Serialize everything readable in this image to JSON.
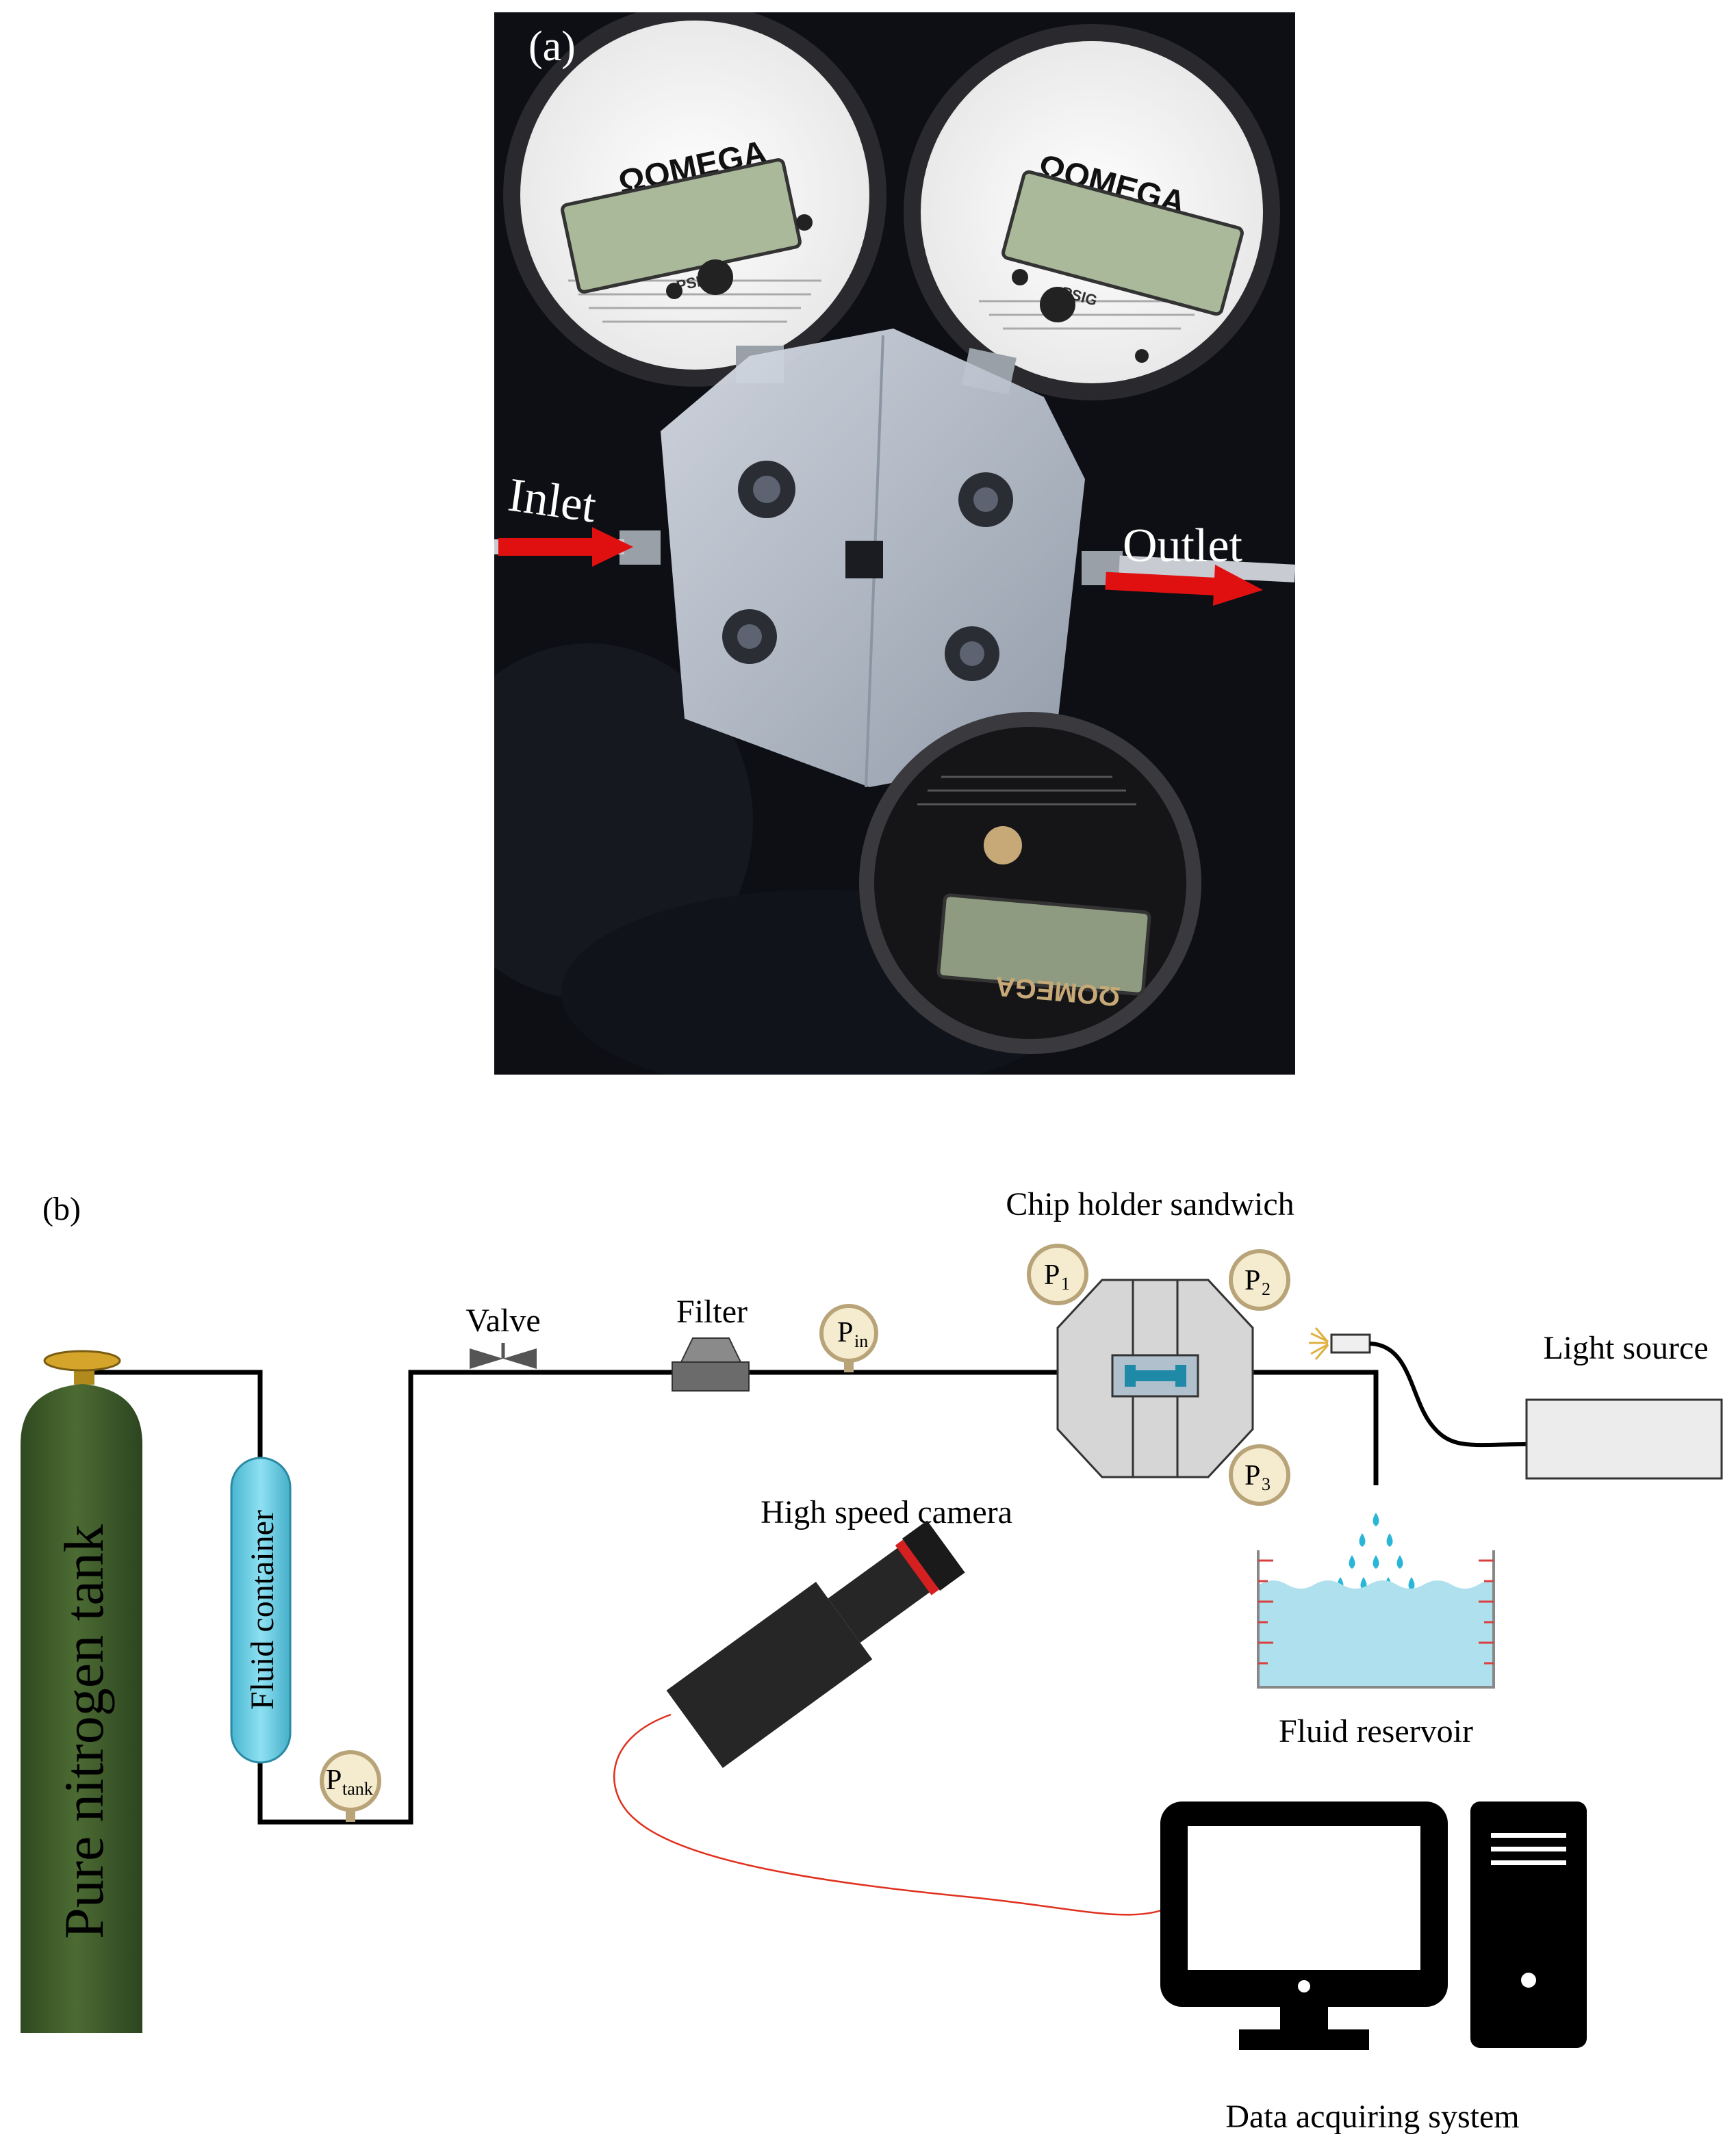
{
  "panel_a": {
    "label": "(a)",
    "inlet_label": "Inlet",
    "outlet_label": "Outlet",
    "gauge_brand": "OMEGA",
    "gauge_unit_left": "PSIA",
    "gauge_unit_right": "PSIG"
  },
  "panel_b": {
    "label": "(b)",
    "nitrogen_tank": "Pure nitrogen tank",
    "fluid_container": "Fluid container",
    "valve": "Valve",
    "filter": "Filter",
    "chip_holder": "Chip holder sandwich",
    "light_source": "Light source",
    "high_speed_camera": "High speed camera",
    "fluid_reservoir": "Fluid reservoir",
    "data_system": "Data acquiring system",
    "gauges": {
      "p_tank": {
        "main": "P",
        "sub": "tank"
      },
      "p_in": {
        "main": "P",
        "sub": "in"
      },
      "p1": {
        "main": "P",
        "sub": "1"
      },
      "p2": {
        "main": "P",
        "sub": "2"
      },
      "p3": {
        "main": "P",
        "sub": "3"
      }
    }
  },
  "colors": {
    "tank_green": "#3d5a2a",
    "container_cyan": "#5fc8e0",
    "gauge_face": "#f5ecd0",
    "gauge_rim": "#b8a478",
    "water": "#aee0ee",
    "drop": "#2bb5d6",
    "cable_red": "#e0301e",
    "arrow_red": "#e01010",
    "photo_bg": "#0d0f15"
  }
}
